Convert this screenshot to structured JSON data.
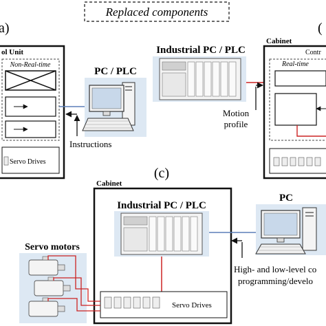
{
  "header": {
    "title": "Replaced components"
  },
  "panel_a": {
    "letter": "a)",
    "control_unit_label": "ol Unit",
    "non_real_time_label": "Non-Real-time",
    "servo_drives_label": "Servo Drives",
    "pc_plc_label": "PC / PLC",
    "instructions_label": "Instructions"
  },
  "panel_b": {
    "letter": "(",
    "industrial_pc_label": "Industrial PC / PLC",
    "cabinet_label": "Cabinet",
    "control_label": "Contr",
    "real_time_label": "Real-time",
    "motion_profile_line1": "Motion",
    "motion_profile_line2": "profile"
  },
  "panel_c": {
    "letter": "(c)",
    "cabinet_label": "Cabinet",
    "industrial_pc_label": "Industrial PC / PLC",
    "pc_label": "PC",
    "servo_motors_label": "Servo motors",
    "servo_drives_label": "Servo Drives",
    "caption_line1": "High- and low-level co",
    "caption_line2": "programming/develo"
  },
  "colors": {
    "panel_fill": "#dde8f3",
    "signal_red": "#cc2222",
    "signal_blue": "#5b7fb8"
  }
}
